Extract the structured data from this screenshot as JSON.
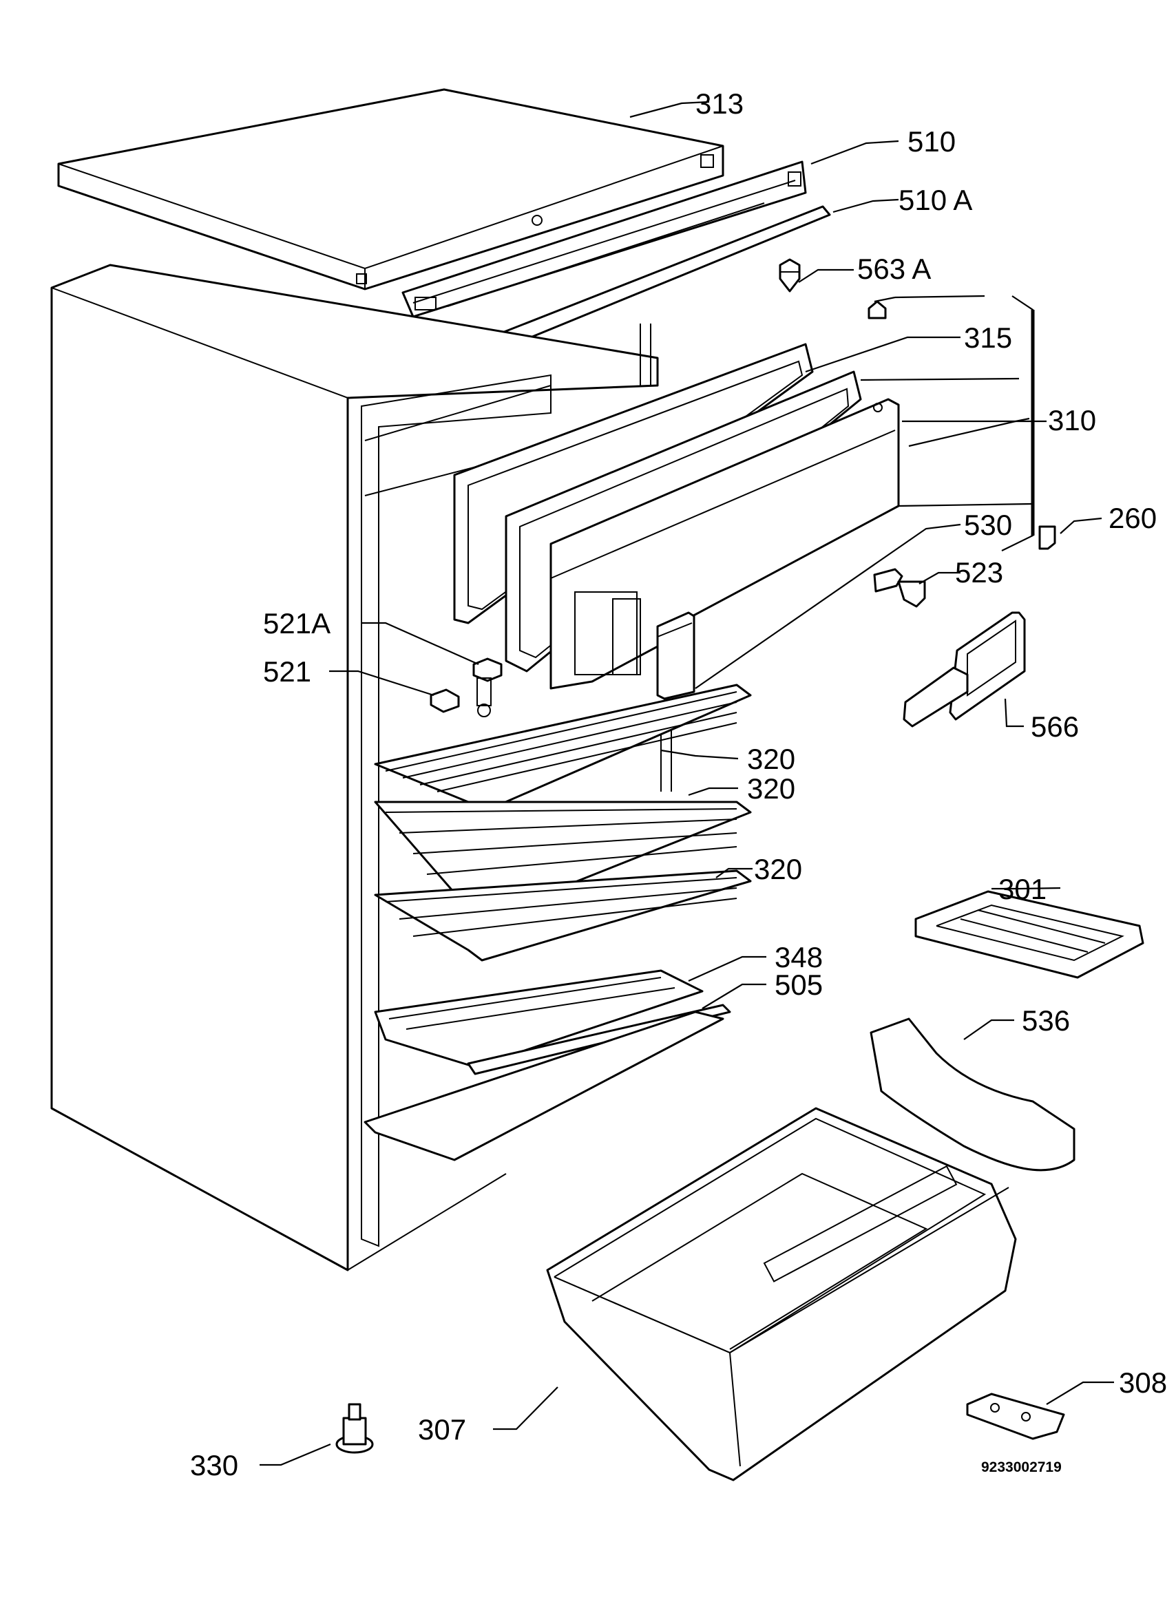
{
  "labels": {
    "l313": "313",
    "l510": "510",
    "l510a": "510 A",
    "l563a": "563 A",
    "l315": "315",
    "l310": "310",
    "l260": "260",
    "l530": "530",
    "l523": "523",
    "l521a": "521A",
    "l521": "521",
    "l566": "566",
    "l320a": "320",
    "l320b": "320",
    "l320c": "320",
    "l301": "301",
    "l348": "348",
    "l505": "505",
    "l536": "536",
    "l308": "308",
    "l307": "307",
    "l330": "330"
  },
  "drawing_code": "9233002719"
}
